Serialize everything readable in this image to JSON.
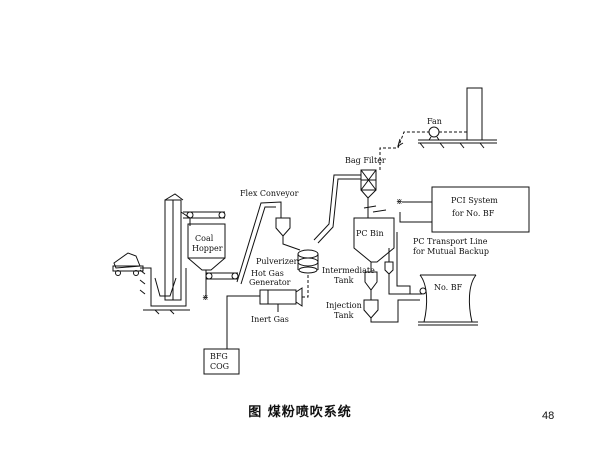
{
  "labels": {
    "fan": "Fan",
    "bag_filter": "Bag Filter",
    "flex_conveyor": "Flex Conveyor",
    "coal_hopper_1": "Coal",
    "coal_hopper_2": "Hopper",
    "pulverizer": "Pulverizer",
    "hot_gas_generator_1": "Hot Gas",
    "hot_gas_generator_2": "Generator",
    "inert_gas": "Inert Gas",
    "bfg_cog_1": "BFG",
    "bfg_cog_2": "COG",
    "intermediate_tank_1": "Intermediate",
    "intermediate_tank_2": "Tank",
    "pc_bin": "PC Bin",
    "injection_tank_1": "Injection",
    "injection_tank_2": "Tank",
    "pci_system_1": "PCI System",
    "pci_system_2": "for No.  BF",
    "transport_line_1": "PC Transport Line",
    "transport_line_2": "for Mutual Backup",
    "blast_furnace": "No.  BF"
  },
  "caption": "图   煤粉喷吹系统",
  "page_number": "48",
  "colors": {
    "line": "#111111",
    "background": "#ffffff"
  }
}
